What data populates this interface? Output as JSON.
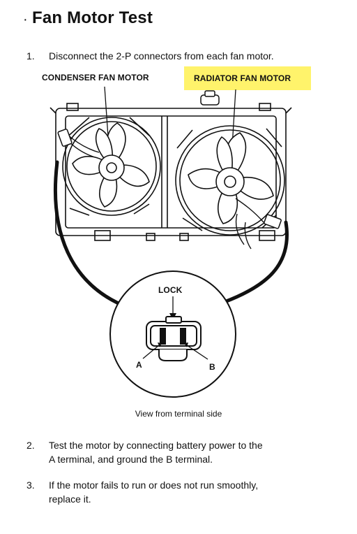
{
  "header": {
    "bullet": "·",
    "title": "Fan Motor Test"
  },
  "steps": [
    {
      "num": "1.",
      "lines": [
        "Disconnect the 2-P connectors from each fan motor."
      ]
    },
    {
      "num": "2.",
      "lines": [
        "Test the motor by connecting battery power to the",
        "A terminal, and ground the B terminal."
      ]
    },
    {
      "num": "3.",
      "lines": [
        "If the motor fails to run or does not run smoothly,",
        "replace it."
      ]
    }
  ],
  "diagram": {
    "condenser_label": "CONDENSER FAN MOTOR",
    "radiator_label": "RADIATOR FAN MOTOR",
    "lock_label": "LOCK",
    "terminal_a": "A",
    "terminal_b": "B",
    "caption": "View from terminal side",
    "highlight_color": "#fff36b"
  }
}
